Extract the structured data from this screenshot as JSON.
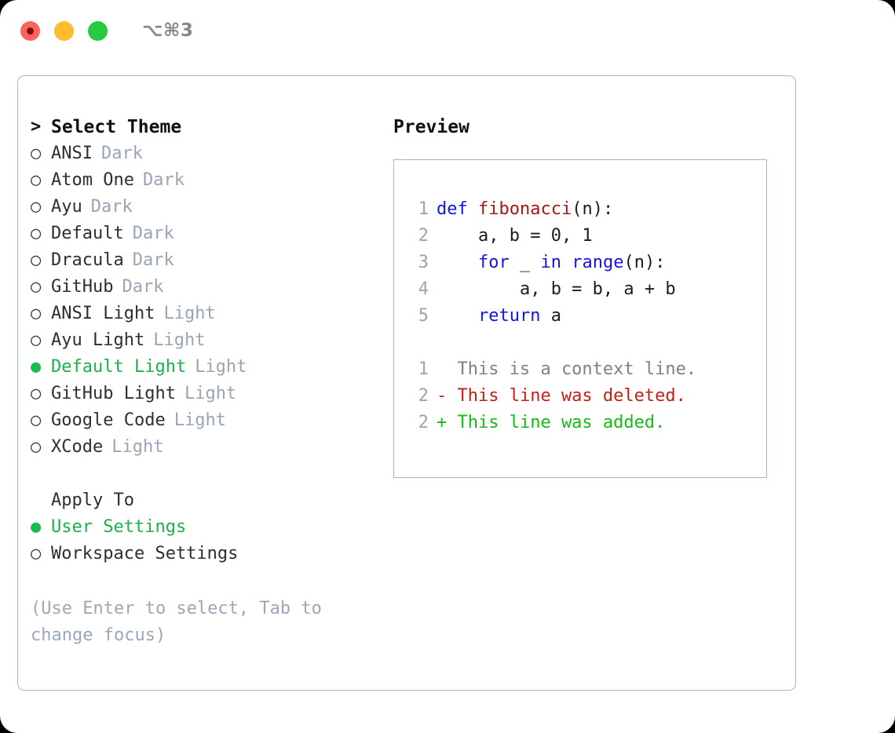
{
  "window": {
    "shortcut": "⌥⌘3",
    "traffic_lights": [
      {
        "name": "close",
        "color": "#f9655b"
      },
      {
        "name": "minimize",
        "color": "#fcbc2c"
      },
      {
        "name": "maximize",
        "color": "#28c840"
      }
    ]
  },
  "colors": {
    "selected_green": "#1cb14a",
    "tag_gray": "#9aa5b4",
    "border": "#a9b4c2",
    "keyword_blue": "#1414e6",
    "function_red": "#a41818",
    "diff_add": "#16bb16",
    "diff_del": "#c4201a",
    "hint_gray": "#9aa8b8"
  },
  "theme_list": {
    "header": {
      "marker": ">",
      "label": "Select Theme"
    },
    "items": [
      {
        "marker": "○",
        "label": "ANSI",
        "tag": "Dark",
        "selected": false
      },
      {
        "marker": "○",
        "label": "Atom One",
        "tag": "Dark",
        "selected": false
      },
      {
        "marker": "○",
        "label": "Ayu",
        "tag": "Dark",
        "selected": false
      },
      {
        "marker": "○",
        "label": "Default",
        "tag": "Dark",
        "selected": false
      },
      {
        "marker": "○",
        "label": "Dracula",
        "tag": "Dark",
        "selected": false
      },
      {
        "marker": "○",
        "label": "GitHub",
        "tag": "Dark",
        "selected": false
      },
      {
        "marker": "○",
        "label": "ANSI Light",
        "tag": "Light",
        "selected": false
      },
      {
        "marker": "○",
        "label": "Ayu Light",
        "tag": "Light",
        "selected": false
      },
      {
        "marker": "●",
        "label": "Default Light",
        "tag": "Light",
        "selected": true
      },
      {
        "marker": "○",
        "label": "GitHub Light",
        "tag": "Light",
        "selected": false
      },
      {
        "marker": "○",
        "label": "Google Code",
        "tag": "Light",
        "selected": false
      },
      {
        "marker": "○",
        "label": "XCode",
        "tag": "Light",
        "selected": false
      }
    ]
  },
  "apply_to": {
    "header": "Apply To",
    "items": [
      {
        "marker": "●",
        "label": "User Settings",
        "selected": true
      },
      {
        "marker": "○",
        "label": "Workspace Settings",
        "selected": false
      }
    ]
  },
  "hint": "(Use Enter to select, Tab to change focus)",
  "preview": {
    "title": "Preview",
    "code_lines": [
      {
        "num": "1",
        "tokens": [
          {
            "t": "def",
            "c": "kw"
          },
          {
            "t": " ",
            "c": "code-text"
          },
          {
            "t": "fibonacci",
            "c": "fn"
          },
          {
            "t": "(n):",
            "c": "code-text"
          }
        ]
      },
      {
        "num": "2",
        "tokens": [
          {
            "t": "    a, b = 0, 1",
            "c": "code-text"
          }
        ]
      },
      {
        "num": "3",
        "tokens": [
          {
            "t": "    ",
            "c": "code-text"
          },
          {
            "t": "for",
            "c": "kw"
          },
          {
            "t": " _ ",
            "c": "code-text"
          },
          {
            "t": "in",
            "c": "kw"
          },
          {
            "t": " ",
            "c": "code-text"
          },
          {
            "t": "range",
            "c": "bi"
          },
          {
            "t": "(n):",
            "c": "code-text"
          }
        ]
      },
      {
        "num": "4",
        "tokens": [
          {
            "t": "        a, b = b, a + b",
            "c": "code-text"
          }
        ]
      },
      {
        "num": "5",
        "tokens": [
          {
            "t": "    ",
            "c": "code-text"
          },
          {
            "t": "return",
            "c": "kw"
          },
          {
            "t": " a",
            "c": "code-text"
          }
        ]
      }
    ],
    "diff_lines": [
      {
        "num": "1",
        "prefix": "  ",
        "text": "This is a context line.",
        "kind": "diff-ctx"
      },
      {
        "num": "2",
        "prefix": "- ",
        "text": "This line was deleted.",
        "kind": "diff-del"
      },
      {
        "num": "2",
        "prefix": "+ ",
        "text": "This line was added.",
        "kind": "diff-add"
      }
    ]
  }
}
